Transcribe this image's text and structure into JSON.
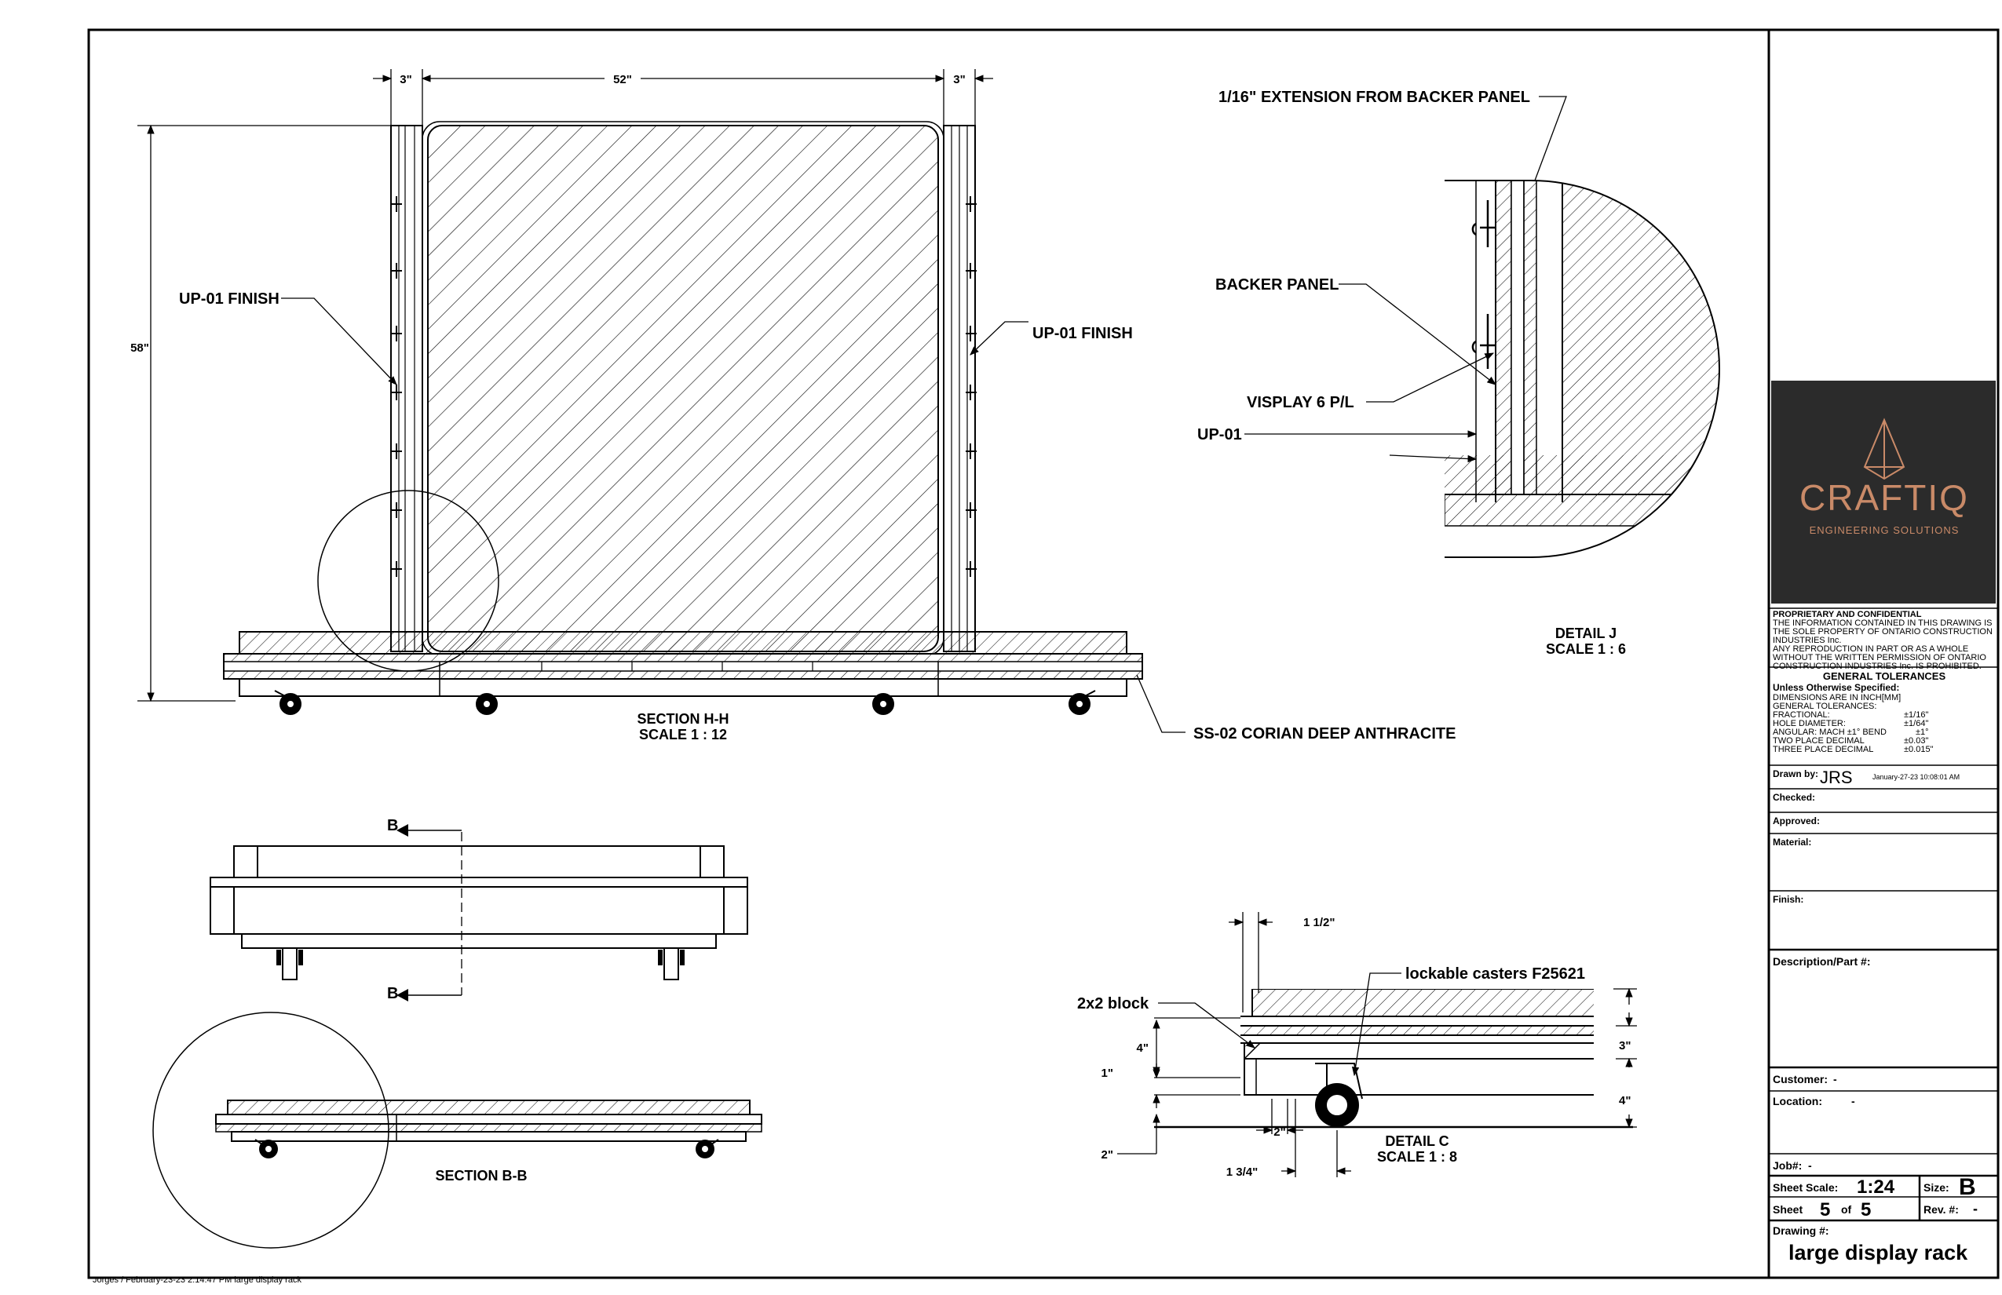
{
  "labels": {
    "up01_left": "UP-01 FINISH",
    "up01_right": "UP-01 FINISH",
    "ss02": "SS-02 CORIAN DEEP ANTHRACITE",
    "ext_backer": "1/16\" EXTENSION FROM BACKER PANEL",
    "backer_panel": "BACKER PANEL",
    "visplay": "VISPLAY 6 P/L",
    "up01": "UP-01",
    "block": "2x2 block",
    "casters": "lockable casters F25621",
    "section_marker": "B"
  },
  "dimensions": {
    "d3_left": "3\"",
    "d52": "52\"",
    "d3_right": "3\"",
    "d58": "58\"",
    "d1_1_2": "1 1/2\"",
    "d4_left": "4\"",
    "d1": "1\"",
    "d2_left": "2\"",
    "d3_c": "3\"",
    "d4_right": "4\"",
    "d2_bottom": "2\"",
    "d1_3_4": "1 3/4\""
  },
  "views": {
    "section_hh": "SECTION H-H",
    "section_hh_scale": "SCALE 1 : 12",
    "detail_j": "DETAIL J",
    "detail_j_scale": "SCALE 1 : 6",
    "section_bb": "SECTION B-B",
    "detail_c": "DETAIL C",
    "detail_c_scale": "SCALE 1 : 8"
  },
  "logo": {
    "name": "CRAFTIQ",
    "tagline": "ENGINEERING SOLUTIONS",
    "color": "#c98a68",
    "background": "#2b2b2b"
  },
  "title_block": {
    "proprietary_title": "PROPRIETARY AND CONFIDENTIAL",
    "proprietary_lines": [
      "THE INFORMATION CONTAINED IN THIS DRAWING IS",
      "THE SOLE PROPERTY OF ONTARIO CONSTRUCTION",
      "INDUSTRIES Inc.",
      "ANY REPRODUCTION IN PART OR AS A WHOLE",
      "WITHOUT THE WRITTEN PERMISSION OF ONTARIO",
      "CONSTRUCTION INDUSTRIES Inc. IS PROHIBITED."
    ],
    "tolerances_title": "GENERAL TOLERANCES",
    "tolerances_sub": "Unless Otherwise Specified:",
    "tolerance_lines": [
      "DIMENSIONS ARE IN INCH[MM]",
      "GENERAL TOLERANCES:",
      "FRACTIONAL:",
      "HOLE DIAMETER:",
      "ANGULAR: MACH ±1° BEND",
      "TWO PLACE DECIMAL",
      "THREE PLACE DECIMAL"
    ],
    "tolerance_values": [
      "±1/16\"",
      "±1/64\"",
      "±1°",
      "±0.03\"",
      "±0.015\""
    ],
    "drawn_by_label": "Drawn by:",
    "drawn_by": "JRS",
    "drawn_date": "January-27-23 10:08:01 AM",
    "checked_label": "Checked:",
    "approved_label": "Approved:",
    "material_label": "Material:",
    "finish_label": "Finish:",
    "description_label": "Description/Part #:",
    "customer_label": "Customer:",
    "customer": "-",
    "location_label": "Location:",
    "location": "-",
    "job_label": "Job#:",
    "job": "-",
    "sheet_scale_label": "Sheet Scale:",
    "sheet_scale": "1:24",
    "size_label": "Size:",
    "size": "B",
    "sheet_label": "Sheet",
    "sheet_num": "5",
    "of_label": "of",
    "sheet_total": "5",
    "rev_label": "Rev. #:",
    "rev": "-",
    "drawing_label": "Drawing #:",
    "drawing_name": "large display rack"
  },
  "footer": "Jorges / February-23-23 2:14:47 PM  large display rack"
}
